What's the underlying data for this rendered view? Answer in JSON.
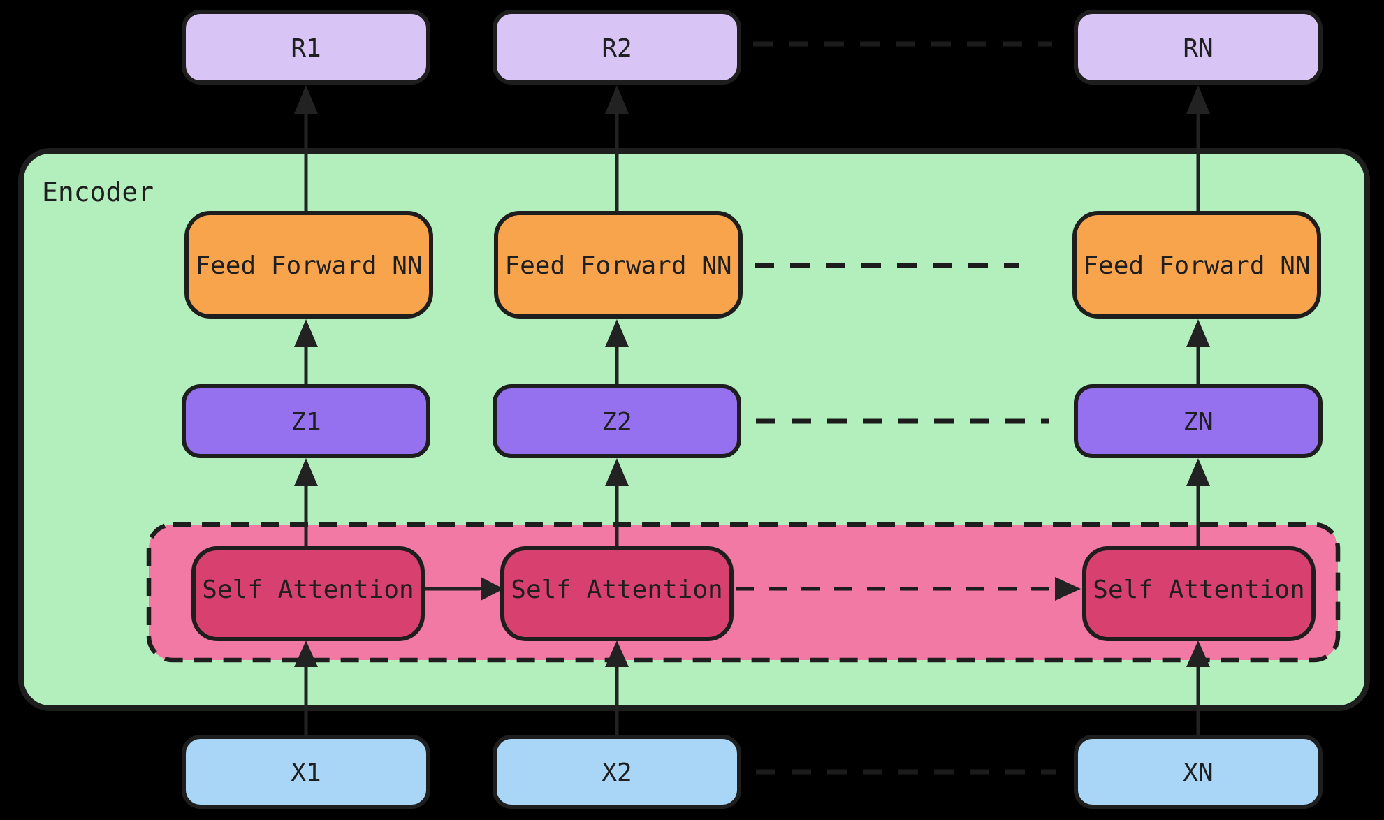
{
  "diagram": {
    "encoder_label": "Encoder"
  },
  "nodes": {
    "r1": {
      "label": "R1"
    },
    "r2": {
      "label": "R2"
    },
    "rn": {
      "label": "RN"
    },
    "ff1": {
      "label": "Feed Forward NN"
    },
    "ff2": {
      "label": "Feed Forward NN"
    },
    "ffn": {
      "label": "Feed Forward NN"
    },
    "z1": {
      "label": "Z1"
    },
    "z2": {
      "label": "Z2"
    },
    "zn": {
      "label": "ZN"
    },
    "sa1": {
      "label": "Self Attention"
    },
    "sa2": {
      "label": "Self Attention"
    },
    "san": {
      "label": "Self Attention"
    },
    "x1": {
      "label": "X1"
    },
    "x2": {
      "label": "X2"
    },
    "xn": {
      "label": "XN"
    }
  },
  "colors": {
    "bg": "#000000",
    "green": "#b3efbd",
    "pink": "#f279a4",
    "rbox": "#d8c5f6",
    "ffbox": "#f8a44c",
    "zbox": "#9571f0",
    "sabox": "#d8416f",
    "xbox": "#a9d6f6",
    "stroke": "#1e1e1e",
    "ink": "#1f1f1f"
  }
}
